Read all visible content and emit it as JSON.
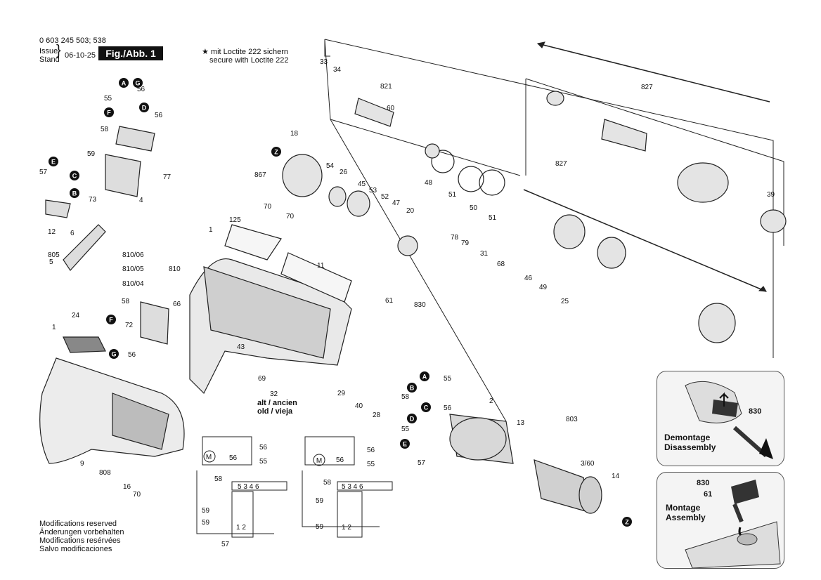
{
  "header": {
    "part_number": "0 603 245 503; 538",
    "issue_label": "Issue",
    "stand_label": "Stand",
    "date": "06-10-25",
    "fig_label": "Fig./Abb. 1"
  },
  "loctite_note": {
    "line1": "mit Loctite 222 sichern",
    "line2": "secure with Loctite 222"
  },
  "modifications": [
    "Modifications reserved",
    "Änderungen vorbehalten",
    "Modifications resérvées",
    "Salvo modificaciones"
  ],
  "alt_note": {
    "line1": "alt / ancien",
    "line2": "old / vieja"
  },
  "insets": {
    "disassembly": {
      "part": "830",
      "title1": "Demontage",
      "title2": "Disassembly"
    },
    "assembly": {
      "part1": "830",
      "part2": "61",
      "title1": "Montage",
      "title2": "Assembly"
    }
  },
  "part_labels": [
    "55",
    "56",
    "58",
    "56",
    "57",
    "59",
    "73",
    "4",
    "77",
    "12",
    "6",
    "805",
    "5",
    "810/06",
    "810/05",
    "810/04",
    "810",
    "58",
    "72",
    "66",
    "56",
    "24",
    "1",
    "808",
    "9",
    "16",
    "70",
    "18",
    "867",
    "70",
    "70",
    "54",
    "26",
    "45",
    "53",
    "52",
    "47",
    "20",
    "125",
    "1",
    "11",
    "61",
    "830",
    "78",
    "79",
    "31",
    "68",
    "46",
    "49",
    "25",
    "43",
    "69",
    "32",
    "29",
    "40",
    "28",
    "33",
    "34",
    "821",
    "60",
    "48",
    "51",
    "50",
    "51",
    "827",
    "827",
    "39",
    "55",
    "58",
    "56",
    "55",
    "57",
    "2",
    "13",
    "803",
    "3/60",
    "14",
    "56",
    "56",
    "55",
    "58",
    "59",
    "59",
    "57",
    "56",
    "56",
    "55",
    "58",
    "59",
    "59"
  ],
  "callout_letters": [
    "A",
    "G",
    "F",
    "D",
    "E",
    "C",
    "B",
    "F",
    "G",
    "Z",
    "A",
    "B",
    "C",
    "D",
    "E",
    "Z"
  ],
  "wiring": {
    "terminals": "5 3 4 6",
    "switch": "1 2",
    "motor": "M"
  }
}
